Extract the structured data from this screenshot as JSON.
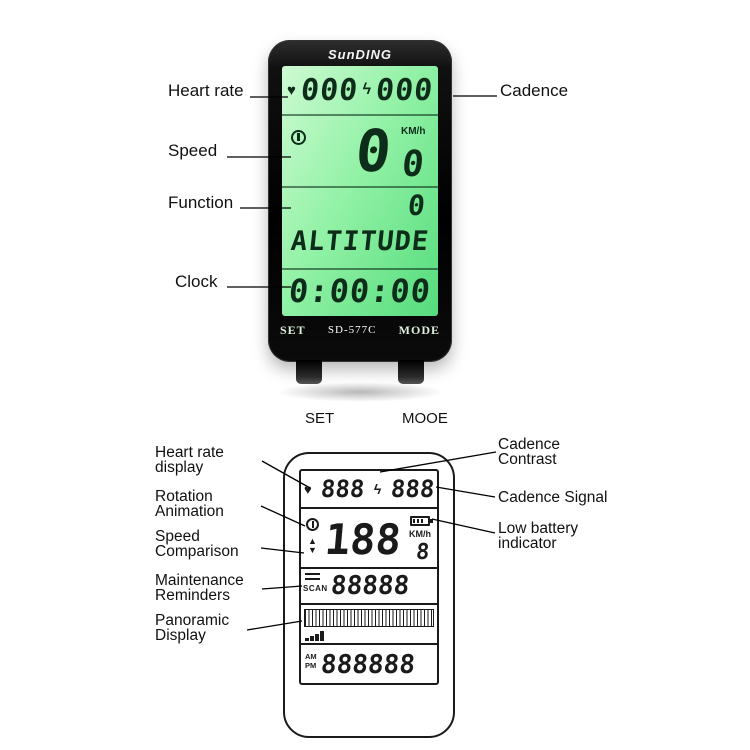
{
  "top": {
    "brand": "SunDING",
    "lcd": {
      "heart_rate": "000",
      "cadence": "000",
      "speed": "0",
      "speed_decimal": "0",
      "speed_unit": "KM/h",
      "function_value": "0",
      "function_mode": "ALTITUDE",
      "clock": "0:00:00"
    },
    "buttons": {
      "set": "SET",
      "model": "SD-577C",
      "mode": "MODE"
    },
    "callouts": {
      "heart_rate": "Heart rate",
      "cadence": "Cadence",
      "speed": "Speed",
      "function": "Function",
      "clock": "Clock"
    },
    "under_labels": {
      "set": "SET",
      "mode": "MOOE"
    }
  },
  "diagram": {
    "lcd": {
      "heart_rate": "888",
      "cadence": "888",
      "speed": "188",
      "speed_decimal": "8",
      "speed_unit": "KM/h",
      "scan": "SCAN",
      "odometer": "88888",
      "am": "AM",
      "pm": "PM",
      "clock": "888888"
    },
    "callouts_left": [
      {
        "line1": "Heart rate",
        "line2": "display"
      },
      {
        "line1": "Rotation",
        "line2": "Animation"
      },
      {
        "line1": "Speed",
        "line2": "Comparison"
      },
      {
        "line1": "Maintenance",
        "line2": "Reminders"
      },
      {
        "line1": "Panoramic",
        "line2": "Display"
      }
    ],
    "callouts_right": [
      {
        "line1": "Cadence",
        "line2": "Contrast"
      },
      {
        "line1": "Cadence Signal",
        "line2": ""
      },
      {
        "line1": "Low battery",
        "line2": "indicator"
      }
    ]
  },
  "icons": {
    "heart": "♥",
    "cadence_bolt": "ϟ",
    "up_arrow": "▲",
    "down_arrow": "▼"
  },
  "colors": {
    "lcd_green": "#62E08A",
    "lcd_digit": "#0D2C1A",
    "device_body": "#000000",
    "line_art": "#1A1A1A"
  }
}
